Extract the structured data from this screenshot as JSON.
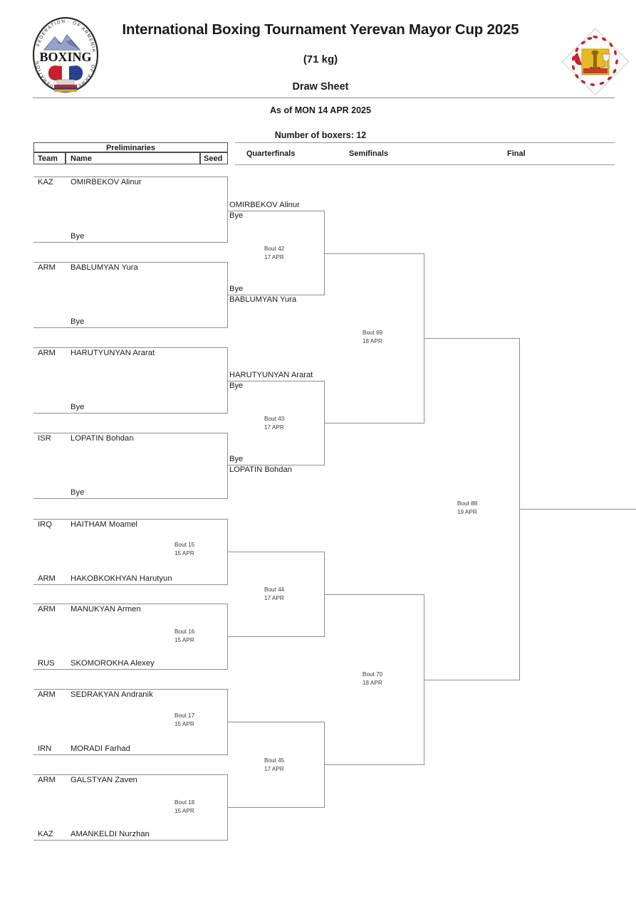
{
  "header": {
    "title": "International Boxing Tournament Yerevan Mayor Cup 2025",
    "weight": "(71 kg)",
    "doc_type": "Draw Sheet",
    "as_of": "As of MON 14 APR 2025",
    "boxer_count": "Number of boxers: 12",
    "left_logo_name": "boxing-federation-of-armenia-logo",
    "left_logo_text": "BOXING",
    "right_logo_name": "tournament-emblem-logo"
  },
  "columns": {
    "preliminaries": "Preliminaries",
    "team": "Team",
    "name": "Name",
    "seed": "Seed",
    "quarterfinals": "Quarterfinals",
    "semifinals": "Semifinals",
    "final": "Final"
  },
  "bye_label": "Bye",
  "preliminaries": [
    {
      "top": {
        "team": "KAZ",
        "name": "OMIRBEKOV Alinur",
        "seed": ""
      },
      "bottom": {
        "team": "",
        "name": "Bye",
        "seed": ""
      },
      "bout": null
    },
    {
      "top": {
        "team": "ARM",
        "name": "BABLUMYAN Yura",
        "seed": ""
      },
      "bottom": {
        "team": "",
        "name": "Bye",
        "seed": ""
      },
      "bout": null
    },
    {
      "top": {
        "team": "ARM",
        "name": "HARUTYUNYAN Ararat",
        "seed": ""
      },
      "bottom": {
        "team": "",
        "name": "Bye",
        "seed": ""
      },
      "bout": null
    },
    {
      "top": {
        "team": "ISR",
        "name": "LOPATIN Bohdan",
        "seed": ""
      },
      "bottom": {
        "team": "",
        "name": "Bye",
        "seed": ""
      },
      "bout": null
    },
    {
      "top": {
        "team": "IRQ",
        "name": "HAITHAM Moamel",
        "seed": ""
      },
      "bottom": {
        "team": "ARM",
        "name": "HAKOBKOKHYAN Harutyun",
        "seed": ""
      },
      "bout": {
        "number": "Bout 15",
        "date": "15 APR"
      }
    },
    {
      "top": {
        "team": "ARM",
        "name": "MANUKYAN Armen",
        "seed": ""
      },
      "bottom": {
        "team": "RUS",
        "name": "SKOMOROKHA Alexey",
        "seed": ""
      },
      "bout": {
        "number": "Bout 16",
        "date": "15 APR"
      }
    },
    {
      "top": {
        "team": "ARM",
        "name": "SEDRAKYAN Andranik",
        "seed": ""
      },
      "bottom": {
        "team": "IRN",
        "name": "MORADI Farhad",
        "seed": ""
      },
      "bout": {
        "number": "Bout 17",
        "date": "15 APR"
      }
    },
    {
      "top": {
        "team": "ARM",
        "name": "GALSTYAN Zaven",
        "seed": ""
      },
      "bottom": {
        "team": "KAZ",
        "name": "AMANKELDI Nurzhan",
        "seed": ""
      },
      "bout": {
        "number": "Bout 18",
        "date": "15 APR"
      }
    }
  ],
  "quarterfinals": [
    {
      "top_name": "OMIRBEKOV Alinur",
      "bottom_name": "Bye",
      "lower_top_name": "Bye",
      "lower_bottom_name": "BABLUMYAN Yura",
      "bout": {
        "number": "Bout 42",
        "date": "17 APR"
      }
    },
    {
      "top_name": "HARUTYUNYAN Ararat",
      "bottom_name": "Bye",
      "lower_top_name": "Bye",
      "lower_bottom_name": "LOPATIN Bohdan",
      "bout": {
        "number": "Bout 43",
        "date": "17 APR"
      }
    },
    {
      "top_name": "",
      "bottom_name": "",
      "lower_top_name": "",
      "lower_bottom_name": "",
      "bout": {
        "number": "Bout 44",
        "date": "17 APR"
      }
    },
    {
      "top_name": "",
      "bottom_name": "",
      "lower_top_name": "",
      "lower_bottom_name": "",
      "bout": {
        "number": "Bout 45",
        "date": "17 APR"
      }
    }
  ],
  "semifinals": [
    {
      "bout": {
        "number": "Bout 69",
        "date": "18 APR"
      }
    },
    {
      "bout": {
        "number": "Bout 70",
        "date": "18 APR"
      }
    }
  ],
  "final": {
    "bout": {
      "number": "Bout 88",
      "date": "19 APR"
    }
  }
}
